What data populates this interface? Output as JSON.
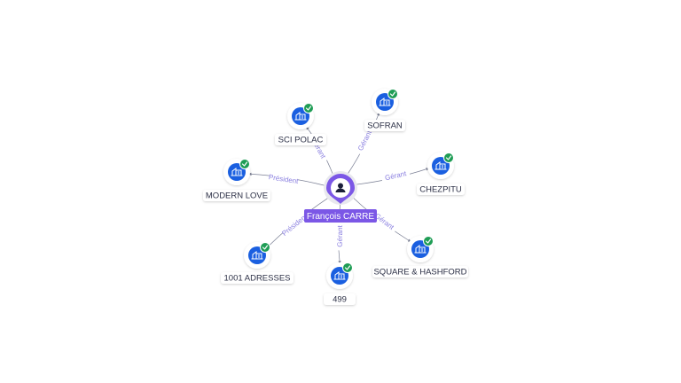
{
  "center": {
    "name": "François CARRE",
    "icon": "person-icon"
  },
  "companies": [
    {
      "name": "SCI POLAC",
      "relation": "Gérant",
      "icon": "building-icon",
      "verified": true
    },
    {
      "name": "SOFRAN",
      "relation": "Gérant",
      "icon": "building-icon",
      "verified": true
    },
    {
      "name": "MODERN LOVE",
      "relation": "Président",
      "icon": "building-icon",
      "verified": true
    },
    {
      "name": "CHEZPITU",
      "relation": "Gérant",
      "icon": "building-icon",
      "verified": true
    },
    {
      "name": "SQUARE & HASHFORD",
      "relation": "Gérant",
      "icon": "building-icon",
      "verified": true
    },
    {
      "name": "1001 ADRESSES",
      "relation": "Président",
      "icon": "building-icon",
      "verified": true
    },
    {
      "name": "499",
      "relation": "Gérant",
      "icon": "building-icon",
      "verified": true
    }
  ],
  "colors": {
    "node_blue": "#1a5fe0",
    "center_purple": "#7b57e6",
    "verified_green": "#1f9d55",
    "edge": "#7a7f94",
    "edge_label": "#8b80e0"
  }
}
